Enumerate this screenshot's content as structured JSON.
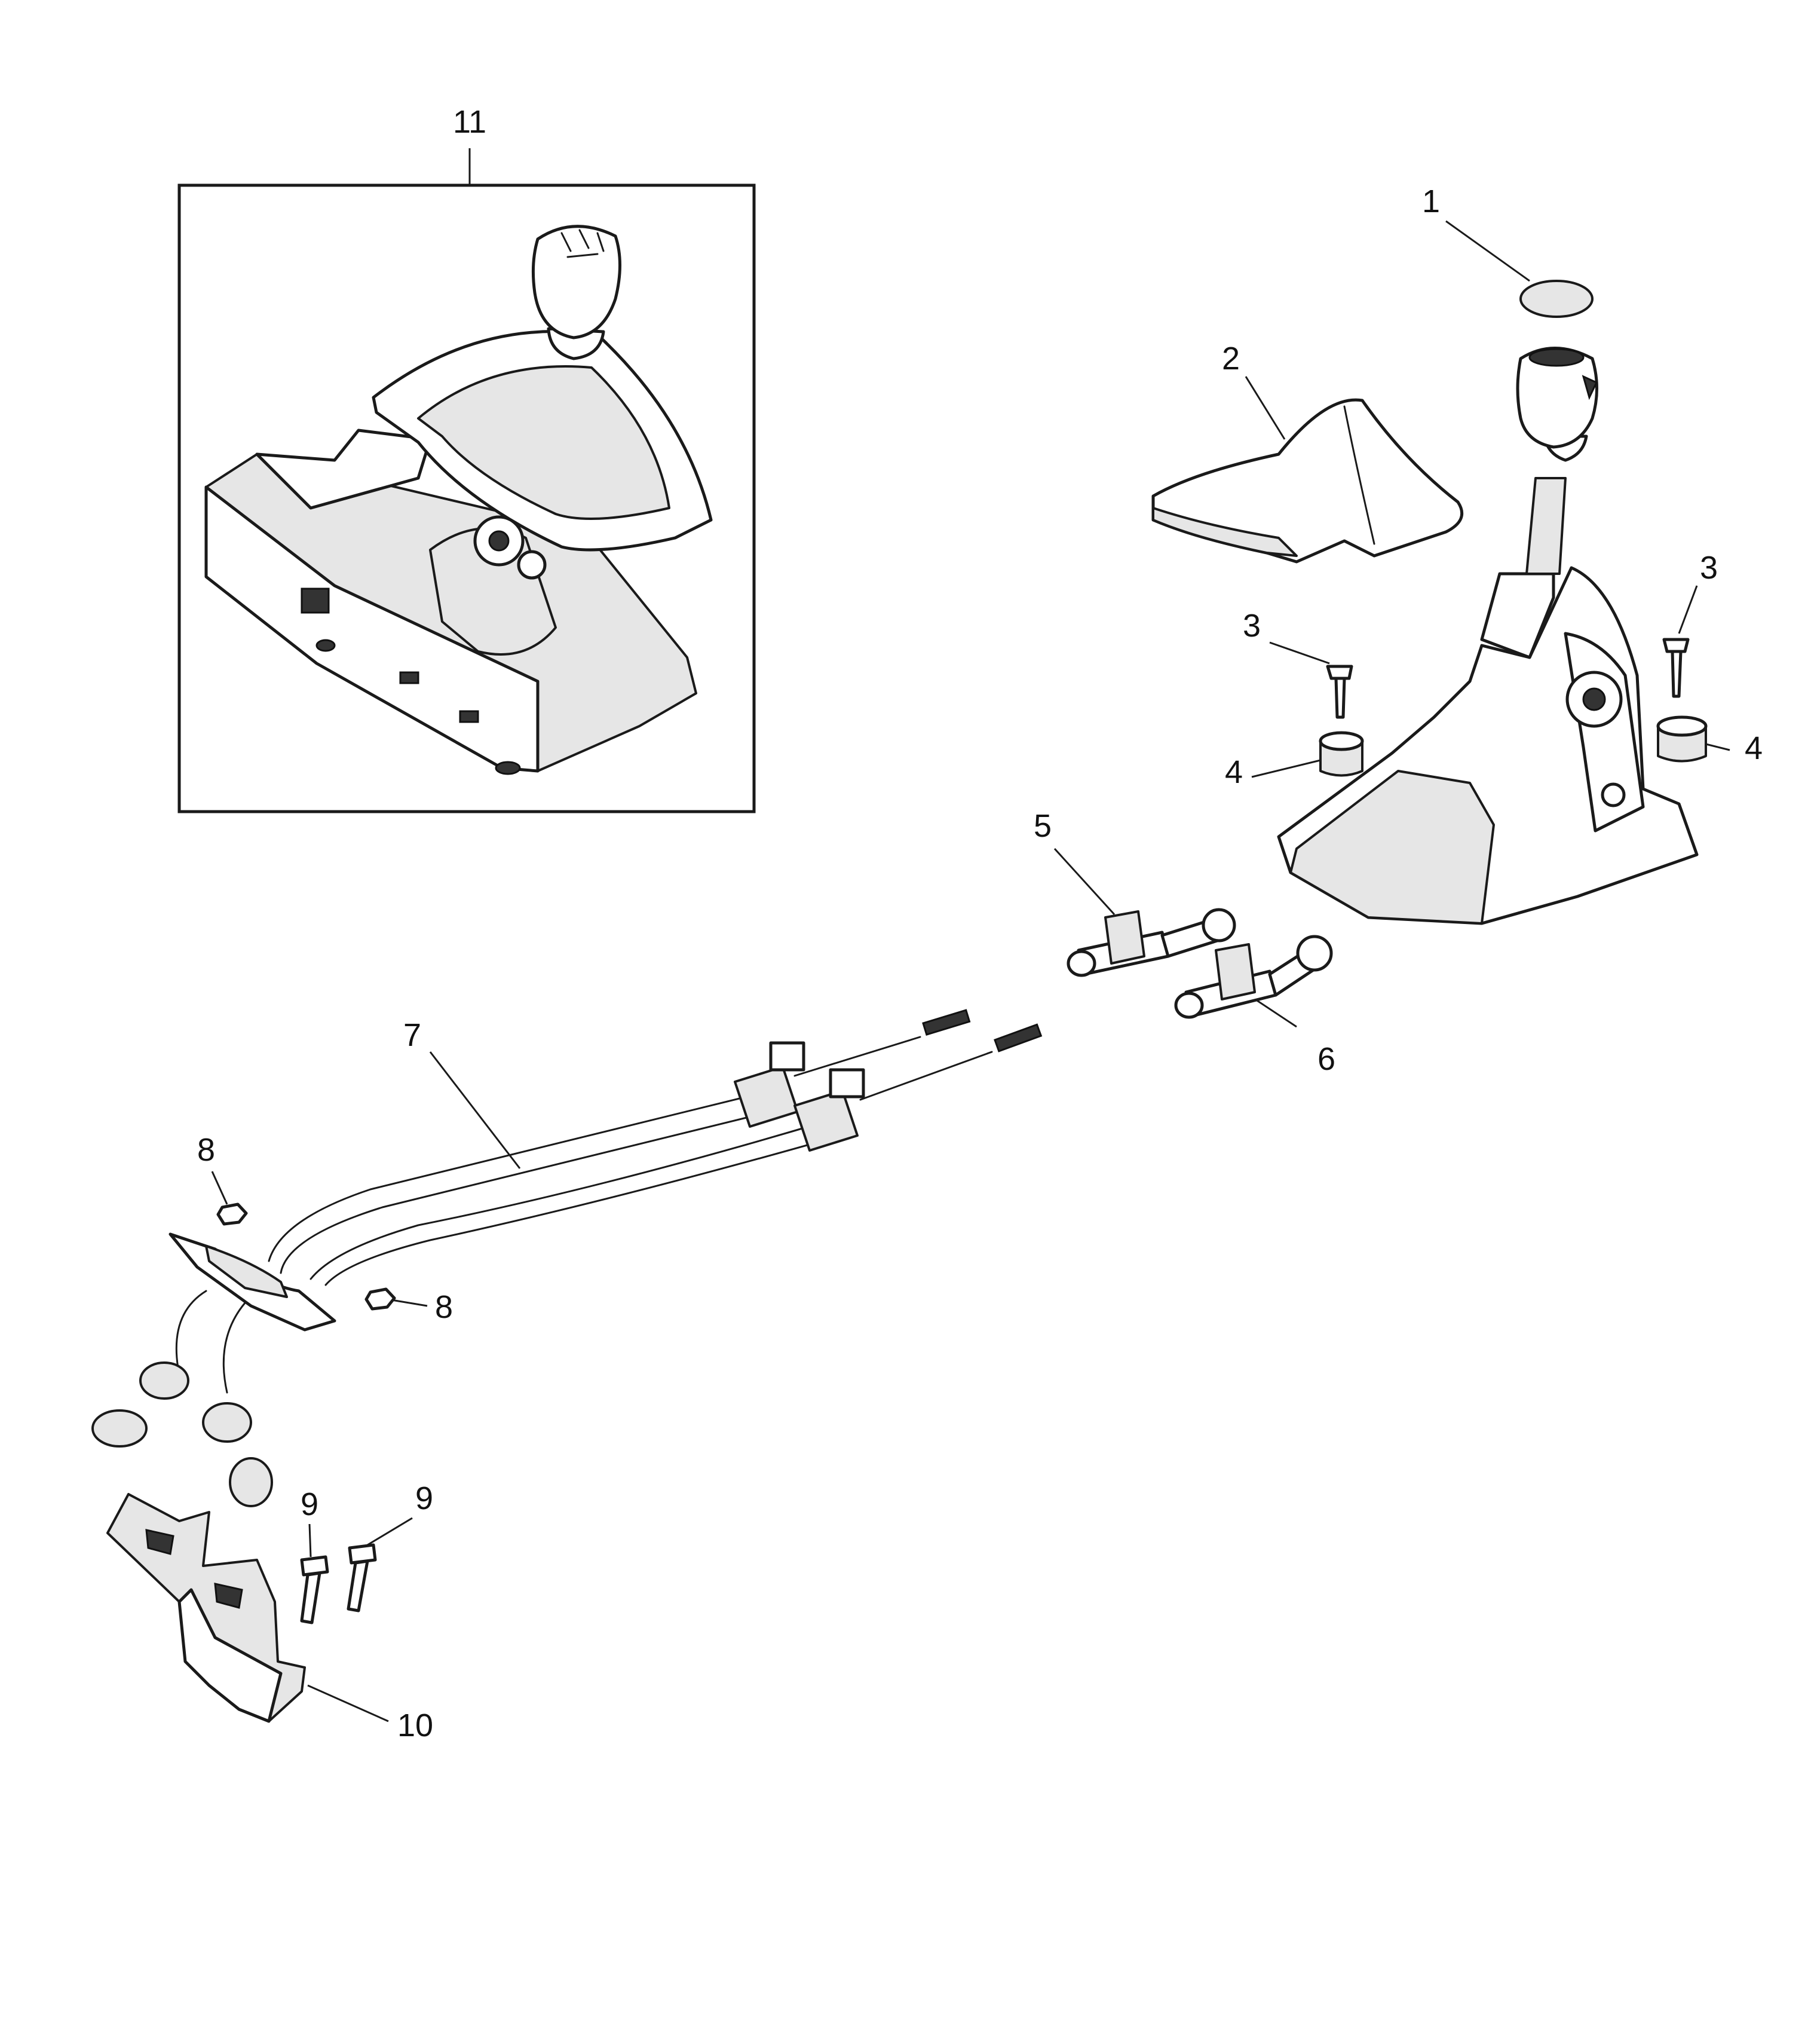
{
  "callouts": {
    "c1": "1",
    "c2": "2",
    "c3a": "3",
    "c3b": "3",
    "c4a": "4",
    "c4b": "4",
    "c5": "5",
    "c6": "6",
    "c7": "7",
    "c8a": "8",
    "c8b": "8",
    "c9a": "9",
    "c9b": "9",
    "c10": "10",
    "c11": "11"
  },
  "colors": {
    "line": "#1a1a1a",
    "background": "#ffffff",
    "shading": "#e6e6e6"
  }
}
